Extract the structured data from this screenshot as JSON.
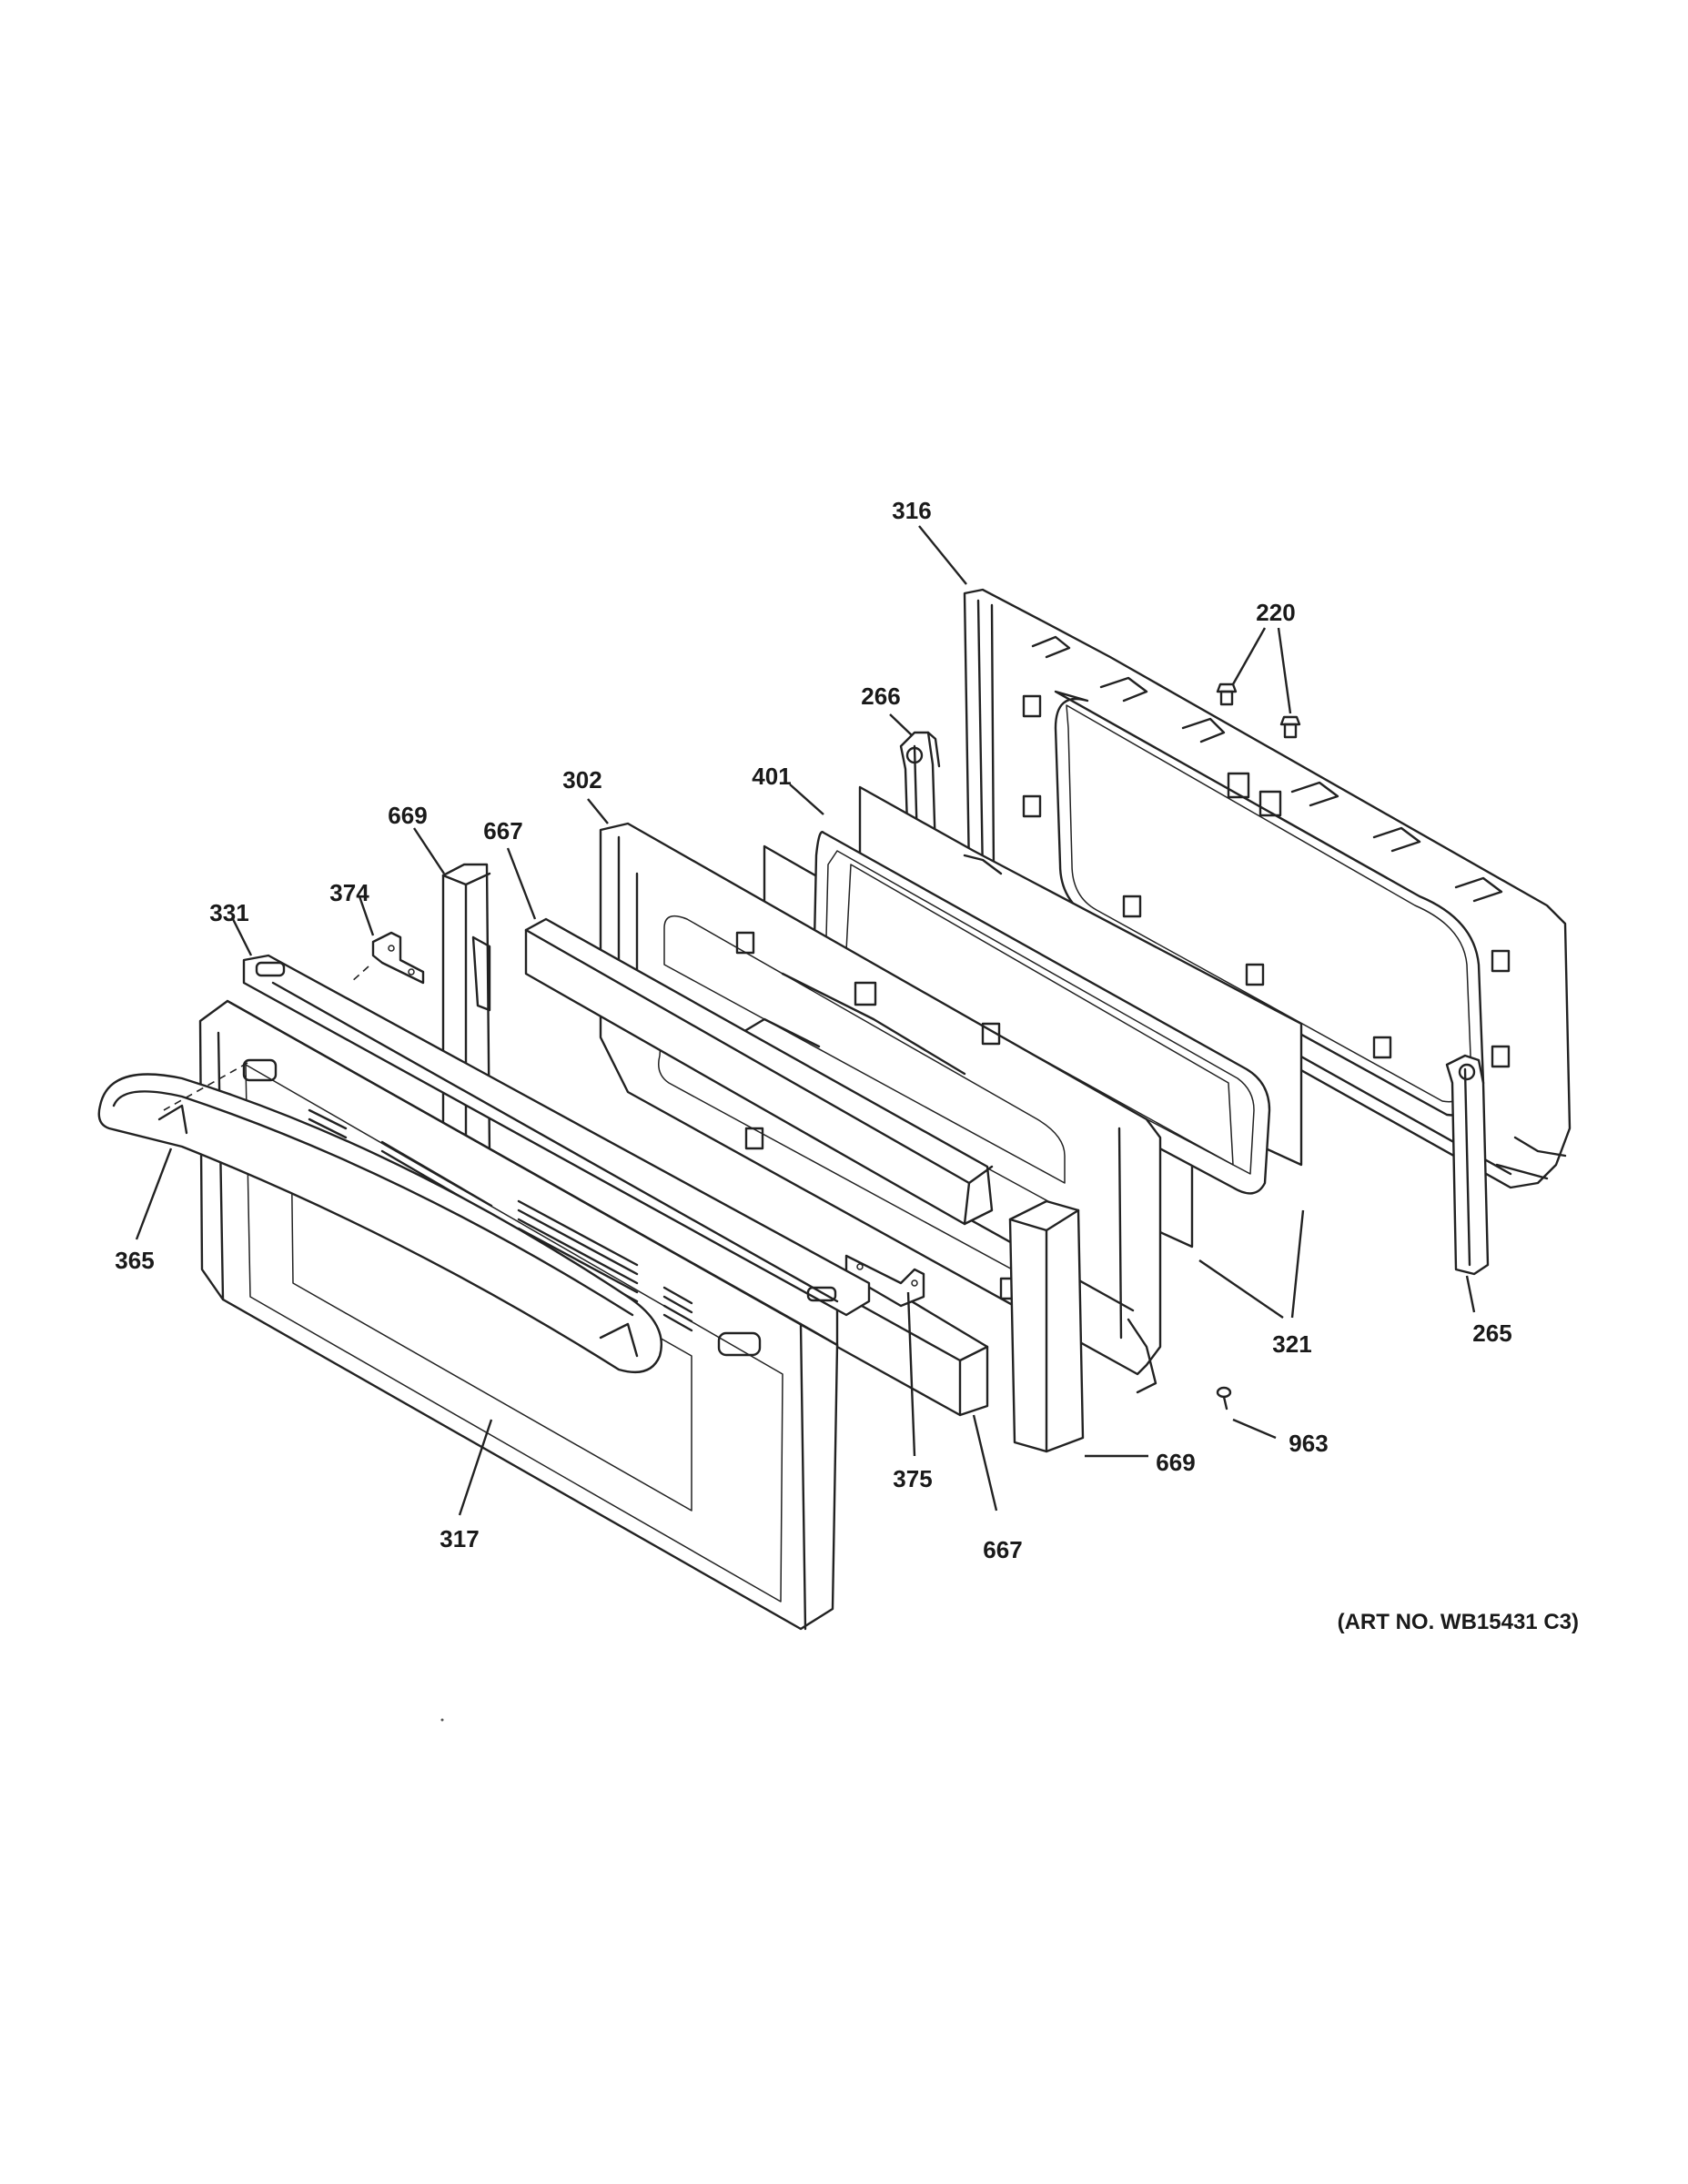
{
  "diagram": {
    "art_number": "(ART NO. WB15431 C3)",
    "callouts": {
      "c316": "316",
      "c220": "220",
      "c266": "266",
      "c401": "401",
      "c302": "302",
      "c669_top": "669",
      "c667_top": "667",
      "c374": "374",
      "c331": "331",
      "c365": "365",
      "c317": "317",
      "c375": "375",
      "c667_bottom": "667",
      "c669_bottom": "669",
      "c963": "963",
      "c321": "321",
      "c265": "265"
    }
  }
}
